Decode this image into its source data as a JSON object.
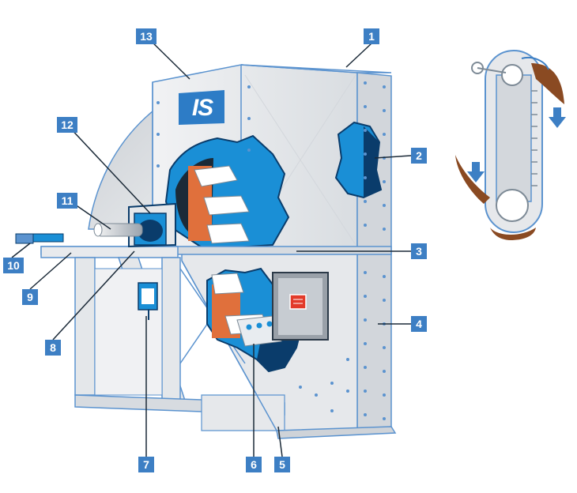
{
  "logo": {
    "text": "IS"
  },
  "callouts": [
    {
      "label": "1"
    },
    {
      "label": "2"
    },
    {
      "label": "3"
    },
    {
      "label": "4"
    },
    {
      "label": "5"
    },
    {
      "label": "6"
    },
    {
      "label": "7"
    },
    {
      "label": "8"
    },
    {
      "label": "9"
    },
    {
      "label": "10"
    },
    {
      "label": "11"
    },
    {
      "label": "12"
    },
    {
      "label": "13"
    }
  ],
  "colors": {
    "casing": "#e2e5e8",
    "casing_dark": "#c8ccd1",
    "outline": "#5b93cf",
    "callout": "#3d7fc4",
    "cutaway_blue": "#1a8fd6",
    "cutaway_dark": "#0a3c6b",
    "bucket_orange": "#e0703c",
    "material": "#8a4a22"
  }
}
